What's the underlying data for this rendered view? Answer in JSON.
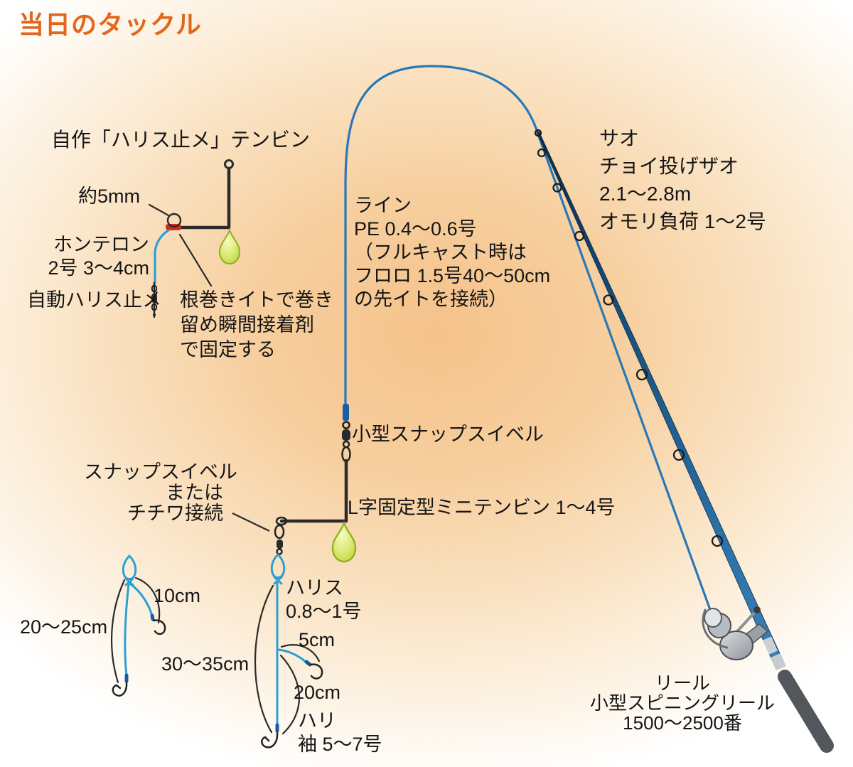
{
  "title": "当日のタックル",
  "colors": {
    "accent_orange": "#e2671c",
    "main_line_blue": "#2878b8",
    "harisu_blue": "#2aa0d4",
    "wire_dark": "#2b2b2b",
    "sinker_green": "#cfe35c",
    "rod_navy": "#18507d",
    "wrap_red": "#d32b1f",
    "background_glow": "#f5c28a"
  },
  "homemade_tenbin": {
    "title": "自作「ハリス止メ」テンビン",
    "approx": "約5mm",
    "honteron": [
      "ホンテロン",
      "2号 3〜4cm"
    ],
    "auto_stop": "自動ハリス止メ",
    "whipping": [
      "根巻きイトで巻き",
      "留め瞬間接着剤",
      "で固定する"
    ]
  },
  "line_info": {
    "lines": [
      "ライン",
      "PE 0.4〜0.6号",
      "（フルキャスト時は",
      "フロロ 1.5号40〜50cm",
      "の先イトを接続）"
    ]
  },
  "rod_info": {
    "lines": [
      "サオ",
      "チョイ投げザオ",
      "2.1〜2.8m",
      "オモリ負荷 1〜2号"
    ]
  },
  "snap_swivel_label": "小型スナップスイベル",
  "connection": {
    "lines": [
      "スナップスイベル",
      "または",
      "チチワ接続"
    ]
  },
  "tenbin_label": "L字固定型ミニテンビン 1〜4号",
  "harisu": {
    "lines": [
      "ハリス",
      "0.8〜1号"
    ]
  },
  "measurements": {
    "alt_branch": "10cm",
    "alt_main": "20〜25cm",
    "main_total": "30〜35cm",
    "branch_upper": "5cm",
    "below_branch": "20cm"
  },
  "hook_info": {
    "lines": [
      "ハリ",
      "袖 5〜7号"
    ]
  },
  "reel_info": {
    "lines": [
      "リール",
      "小型スピニングリール",
      "1500〜2500番"
    ]
  },
  "graphics": {
    "teardrop_sinker": "teardrop-sinker-icon",
    "fishing_rod": "casting-rod-icon",
    "spinning_reel": "spinning-reel-icon",
    "snap_swivel": "snap-swivel-icon",
    "fish_hook": "fish-hook-icon"
  }
}
